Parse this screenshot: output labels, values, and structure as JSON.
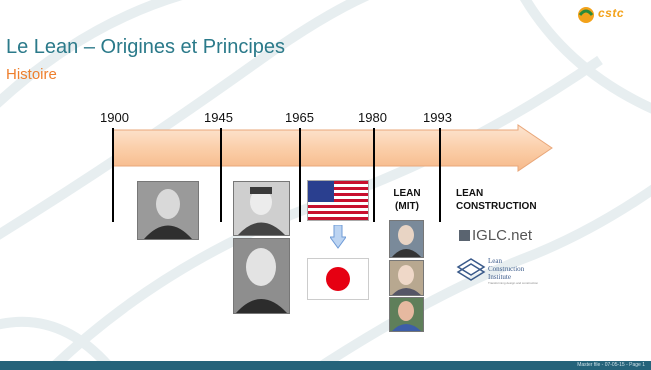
{
  "slide": {
    "title": "Le Lean – Origines et Principes",
    "subtitle": "Histoire",
    "logo_text": "cstc",
    "footer_text": "Master file - 07-05-15 - Page 1"
  },
  "timeline": {
    "years": [
      "1900",
      "1945",
      "1965",
      "1980",
      "1993"
    ],
    "lean_mit_label": "LEAN (MIT)",
    "lean_construction_label": "LEAN CONSTRUCTION",
    "iglc_text": "IGLC.net",
    "lci_text": "Lean Construction Institute",
    "lci_subtext": "Transforming design and construction"
  },
  "colors": {
    "title": "#2b7a8a",
    "subtitle": "#ee7f2d",
    "arrow": "#fbd2b0",
    "footer": "#25637a"
  }
}
